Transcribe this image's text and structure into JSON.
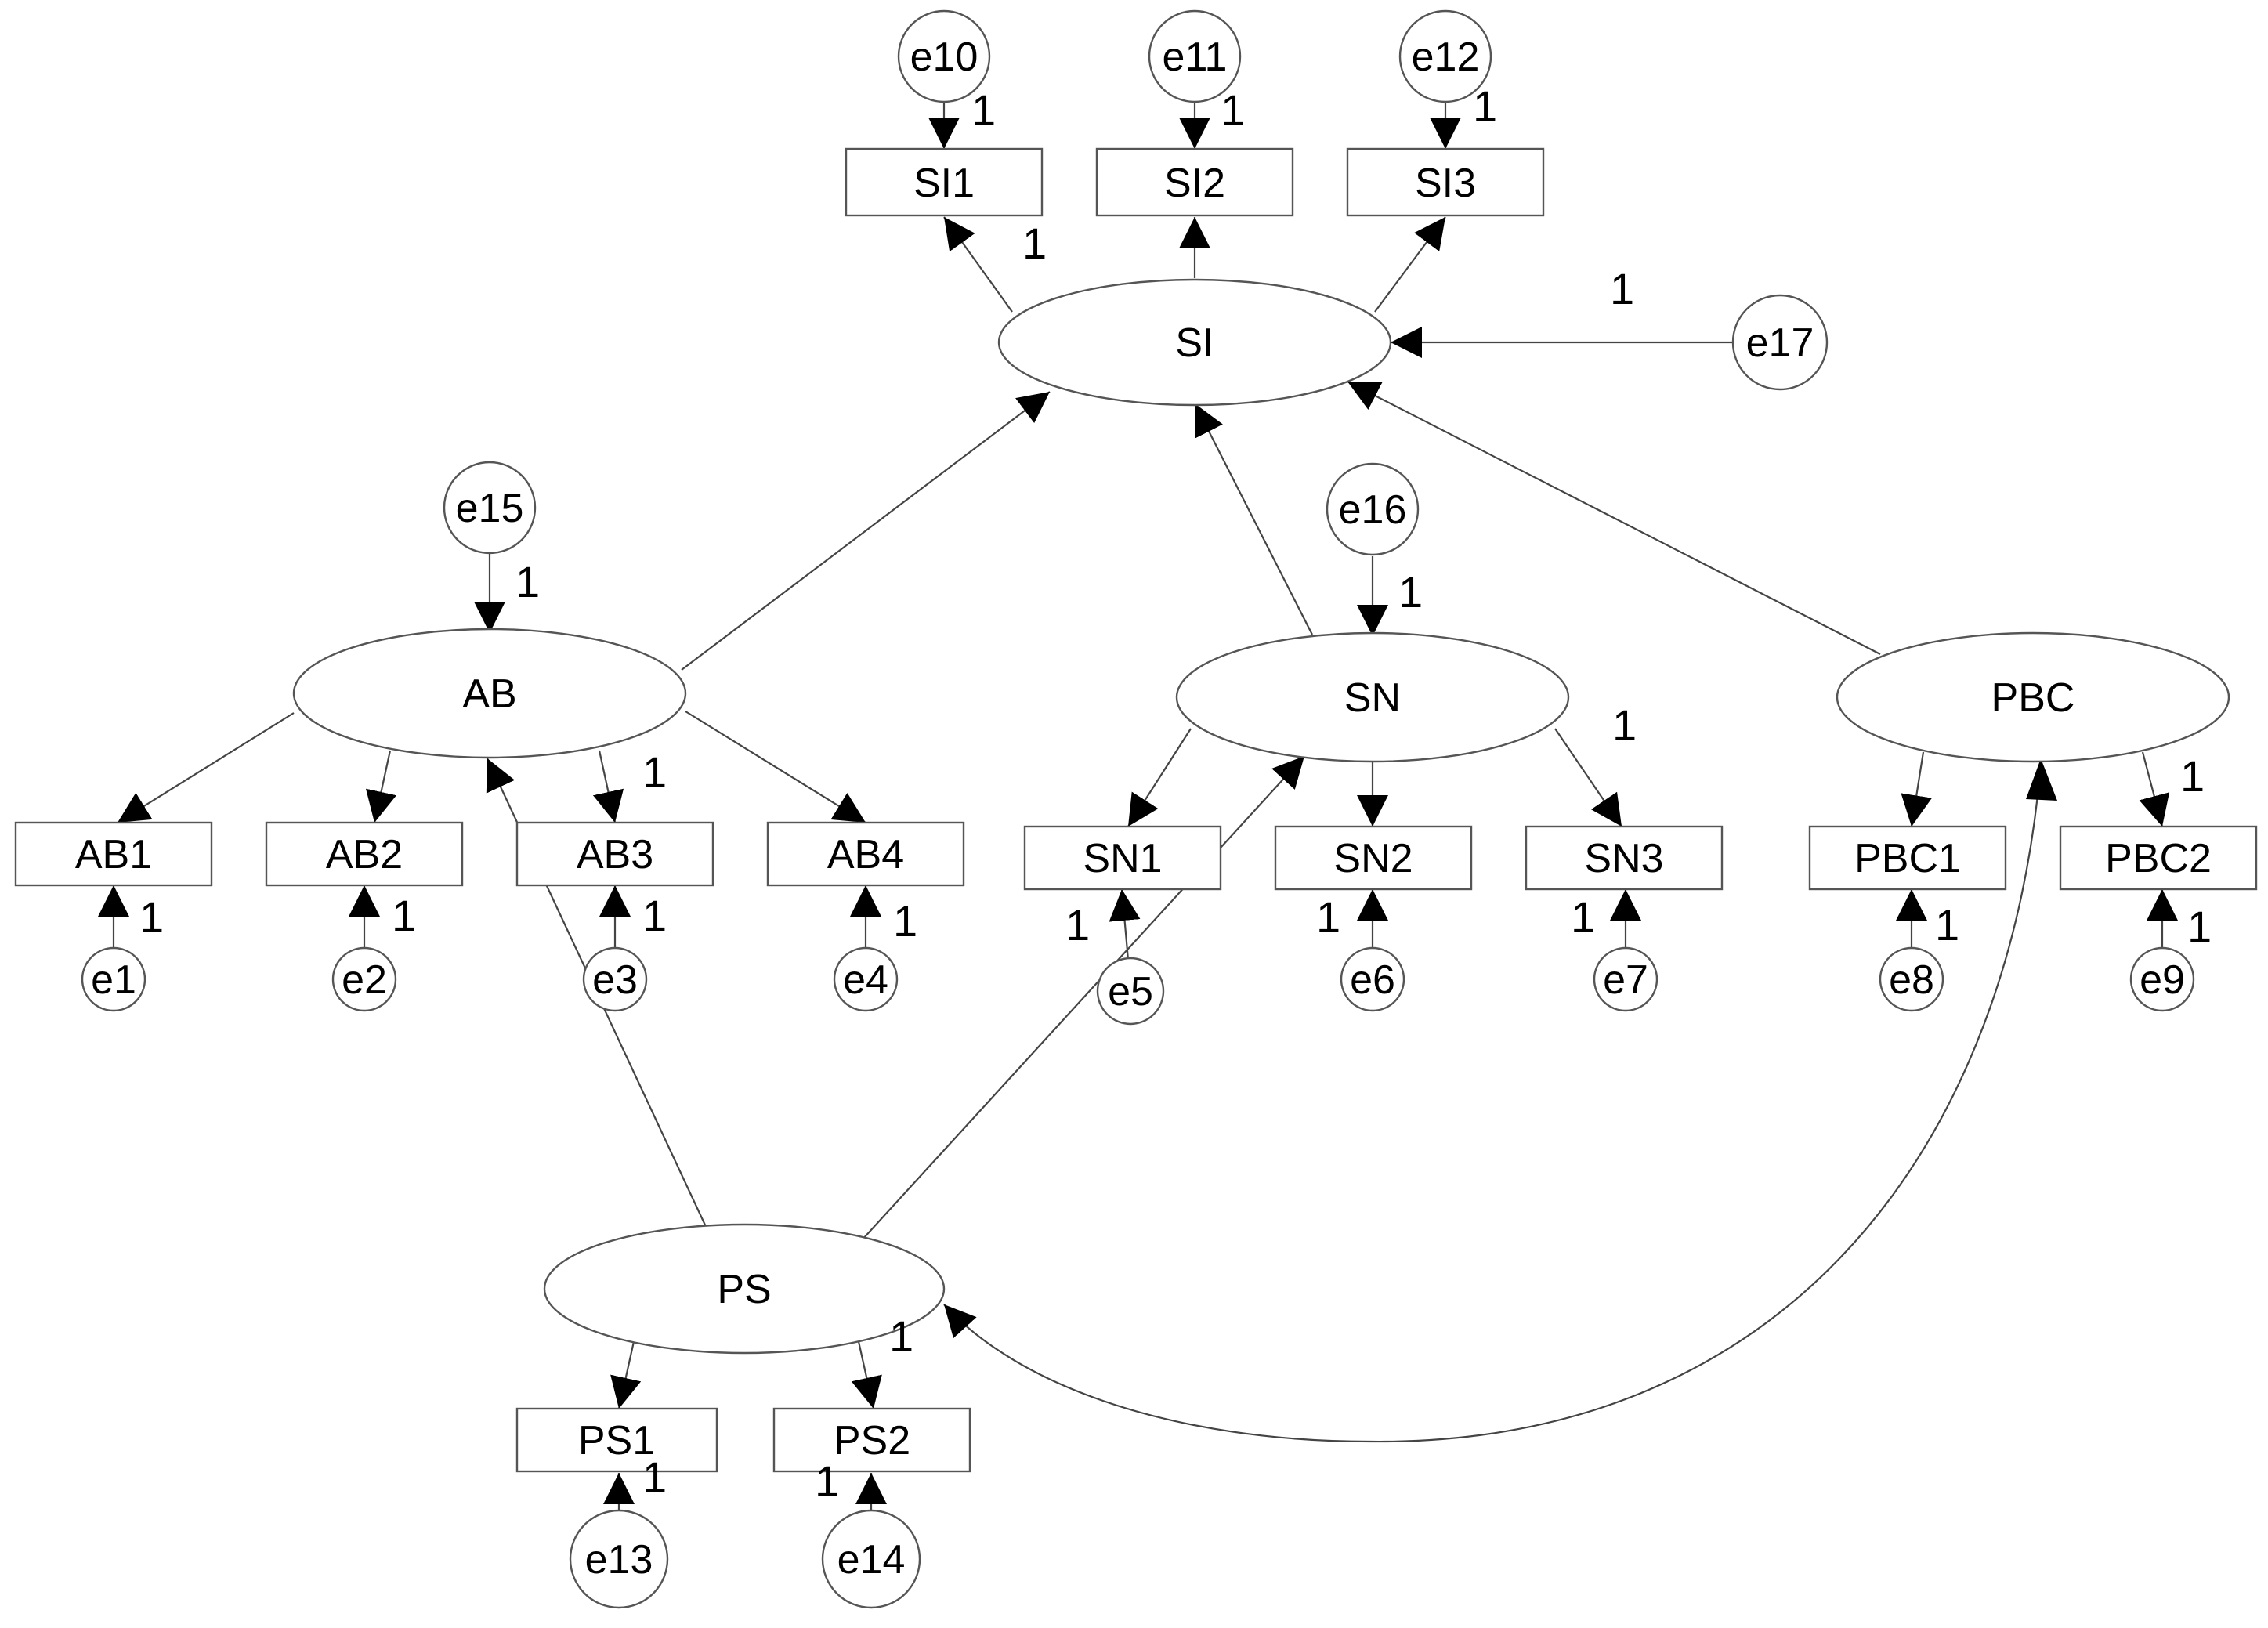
{
  "colors": {
    "stroke": "#555555",
    "arrow": "#000000",
    "background": "#ffffff"
  },
  "latent": {
    "SI": "SI",
    "AB": "AB",
    "SN": "SN",
    "PBC": "PBC",
    "PS": "PS"
  },
  "observed": {
    "SI1": "SI1",
    "SI2": "SI2",
    "SI3": "SI3",
    "AB1": "AB1",
    "AB2": "AB2",
    "AB3": "AB3",
    "AB4": "AB4",
    "SN1": "SN1",
    "SN2": "SN2",
    "SN3": "SN3",
    "PBC1": "PBC1",
    "PBC2": "PBC2",
    "PS1": "PS1",
    "PS2": "PS2"
  },
  "errors": {
    "e1": "e1",
    "e2": "e2",
    "e3": "e3",
    "e4": "e4",
    "e5": "e5",
    "e6": "e6",
    "e7": "e7",
    "e8": "e8",
    "e9": "e9",
    "e10": "e10",
    "e11": "e11",
    "e12": "e12",
    "e13": "e13",
    "e14": "e14",
    "e15": "e15",
    "e16": "e16",
    "e17": "e17"
  },
  "fixed_loading": "1"
}
